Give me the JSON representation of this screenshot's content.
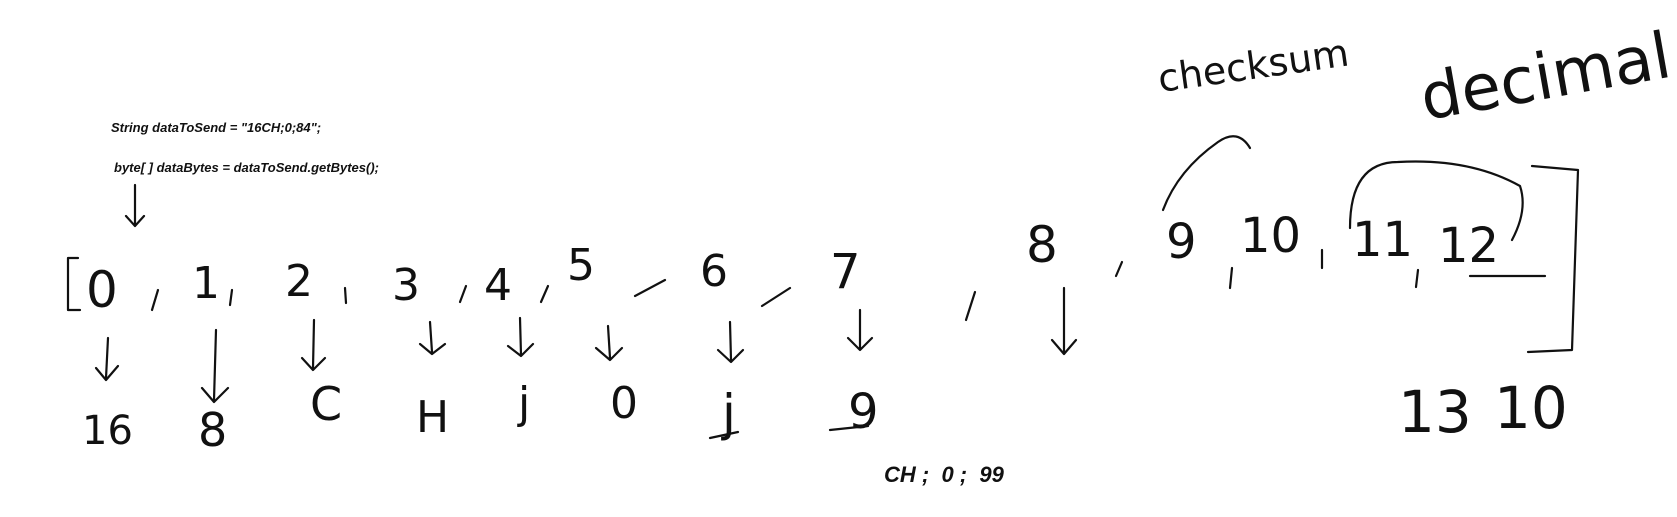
{
  "code": {
    "line1": "String dataToSend = \"16CH;0;84\";",
    "line2": "byte[ ] dataBytes = dataToSend.getBytes();"
  },
  "annotations": {
    "checksum": "checksum",
    "decimal": "decimal"
  },
  "indices": [
    "0",
    "1",
    "2",
    "3",
    "4",
    "5",
    "6",
    "7",
    "8",
    "9",
    "10",
    "11",
    "12"
  ],
  "bytes": [
    "16",
    "8",
    "C",
    "H",
    "j",
    "0",
    "j",
    "9"
  ],
  "terminators": [
    "13",
    "10"
  ],
  "bottom_text": "CH ;  0 ;  99"
}
